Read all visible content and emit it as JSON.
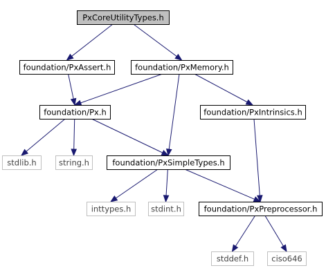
{
  "colors": {
    "root_fill": "#bfbfbf",
    "node_fill": "#ffffff",
    "node_border": "#000000",
    "ghost_border": "#bfbfbf",
    "edge": "#191970"
  },
  "nodes": [
    {
      "id": "root",
      "label": "PxCoreUtilityTypes.h",
      "kind": "root"
    },
    {
      "id": "assert",
      "label": "foundation/PxAssert.h",
      "kind": "normal"
    },
    {
      "id": "memory",
      "label": "foundation/PxMemory.h",
      "kind": "normal"
    },
    {
      "id": "px",
      "label": "foundation/Px.h",
      "kind": "normal"
    },
    {
      "id": "intrinsics",
      "label": "foundation/PxIntrinsics.h",
      "kind": "normal"
    },
    {
      "id": "stdlib",
      "label": "stdlib.h",
      "kind": "ghost"
    },
    {
      "id": "string",
      "label": "string.h",
      "kind": "ghost"
    },
    {
      "id": "simple",
      "label": "foundation/PxSimpleTypes.h",
      "kind": "normal"
    },
    {
      "id": "inttypes",
      "label": "inttypes.h",
      "kind": "ghost"
    },
    {
      "id": "stdint",
      "label": "stdint.h",
      "kind": "ghost"
    },
    {
      "id": "preproc",
      "label": "foundation/PxPreprocessor.h",
      "kind": "normal"
    },
    {
      "id": "stddef",
      "label": "stddef.h",
      "kind": "ghost"
    },
    {
      "id": "ciso",
      "label": "ciso646",
      "kind": "ghost"
    }
  ],
  "edges": [
    {
      "from": "root",
      "to": "assert"
    },
    {
      "from": "root",
      "to": "memory"
    },
    {
      "from": "assert",
      "to": "px"
    },
    {
      "from": "memory",
      "to": "px"
    },
    {
      "from": "memory",
      "to": "simple"
    },
    {
      "from": "memory",
      "to": "intrinsics"
    },
    {
      "from": "px",
      "to": "stdlib"
    },
    {
      "from": "px",
      "to": "string"
    },
    {
      "from": "px",
      "to": "simple"
    },
    {
      "from": "intrinsics",
      "to": "preproc"
    },
    {
      "from": "simple",
      "to": "inttypes"
    },
    {
      "from": "simple",
      "to": "stdint"
    },
    {
      "from": "simple",
      "to": "preproc"
    },
    {
      "from": "preproc",
      "to": "stddef"
    },
    {
      "from": "preproc",
      "to": "ciso"
    }
  ]
}
